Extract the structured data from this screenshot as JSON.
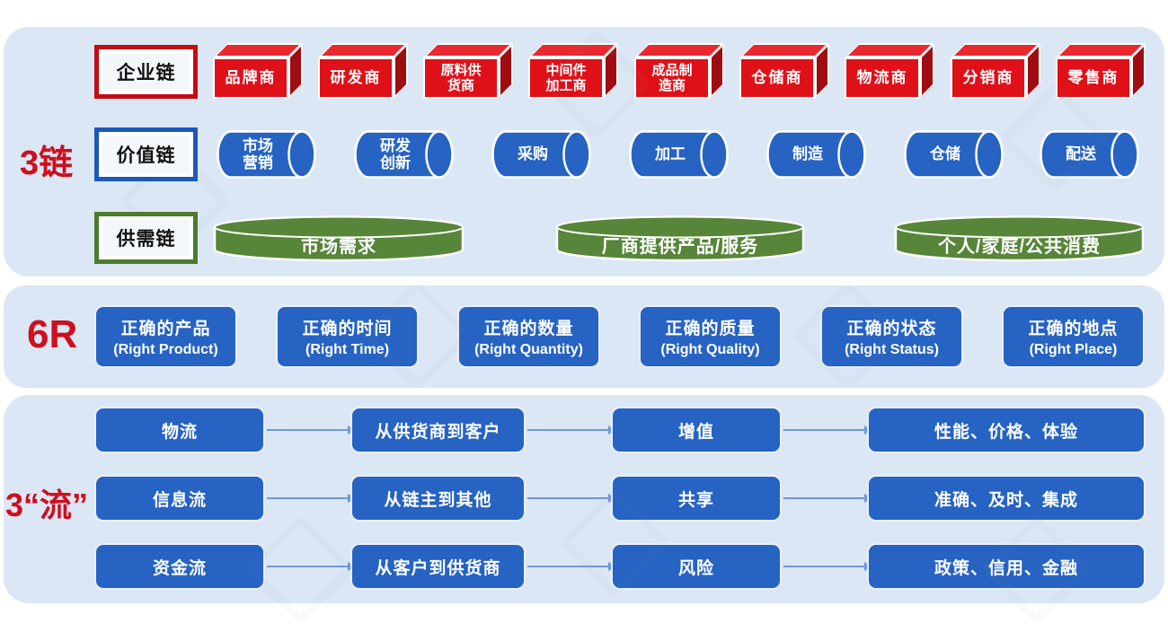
{
  "colors": {
    "panel_bg": "#dbe7f4",
    "blue": "#2663c3",
    "green": "#578539",
    "red_box_front": "#e01019",
    "red_box_side": "#9f0c12",
    "section_label_red": "#cf0e1e",
    "arrow": "#6f98d9"
  },
  "chains": {
    "section_label": "3链",
    "enterprise": {
      "tag": "企业链",
      "boxes": [
        "品牌商",
        "研发商",
        "原料供\n货商",
        "中间件\n加工商",
        "成品制\n造商",
        "仓储商",
        "物流商",
        "分销商",
        "零售商"
      ]
    },
    "value": {
      "tag": "价值链",
      "cylinders": [
        "市场\n营销",
        "研发\n创新",
        "采购",
        "加工",
        "制造",
        "仓储",
        "配送"
      ]
    },
    "supply_demand": {
      "tag": "供需链",
      "drums": [
        "市场需求",
        "厂商提供产品/服务",
        "个人/家庭/公共消费"
      ]
    }
  },
  "six_r": {
    "section_label": "6R",
    "cards": [
      {
        "cn": "正确的产品",
        "en": "(Right Product)"
      },
      {
        "cn": "正确的时间",
        "en": "(Right Time)"
      },
      {
        "cn": "正确的数量",
        "en": "(Right Quantity)"
      },
      {
        "cn": "正确的质量",
        "en": "(Right Quality)"
      },
      {
        "cn": "正确的状态",
        "en": "(Right Status)"
      },
      {
        "cn": "正确的地点",
        "en": "(Right Place)"
      }
    ]
  },
  "flows": {
    "section_label": "3“流”",
    "rows": [
      {
        "name": "物流",
        "path": "从供货商到客户",
        "feature": "增值",
        "attrs": "性能、价格、体验"
      },
      {
        "name": "信息流",
        "path": "从链主到其他",
        "feature": "共享",
        "attrs": "准确、及时、集成"
      },
      {
        "name": "资金流",
        "path": "从客户到供货商",
        "feature": "风险",
        "attrs": "政策、信用、金融"
      }
    ]
  }
}
